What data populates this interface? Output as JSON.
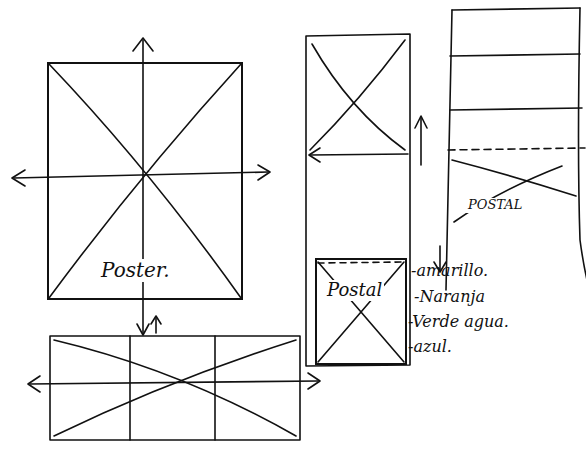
{
  "diagram": {
    "nodes": [
      {
        "text": [
          "Poster."
        ]
      },
      {
        "text": [
          "Postal"
        ]
      },
      {
        "text": [
          "POSTAL"
        ]
      }
    ],
    "labels": [
      "-amarillo.",
      "-Naranja",
      "-Verde agua.",
      "-azul."
    ]
  }
}
